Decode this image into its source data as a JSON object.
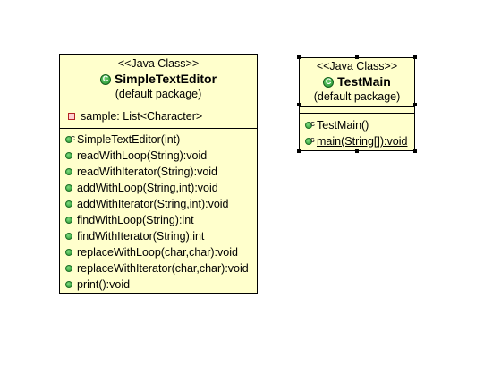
{
  "classes": [
    {
      "stereotype": "<<Java Class>>",
      "name": "SimpleTextEditor",
      "package": "(default package)",
      "attributes": [
        "sample: List<Character>"
      ],
      "methods": [
        "SimpleTextEditor(int)",
        "readWithLoop(String):void",
        "readWithIterator(String):void",
        "addWithLoop(String,int):void",
        "addWithIterator(String,int):void",
        "findWithLoop(String):int",
        "findWithIterator(String):int",
        "replaceWithLoop(char,char):void",
        "replaceWithIterator(char,char):void",
        "print():void"
      ]
    },
    {
      "stereotype": "<<Java Class>>",
      "name": "TestMain",
      "package": "(default package)",
      "methods": [
        "TestMain()",
        "main(String[]):void"
      ]
    }
  ],
  "icons": {
    "class": "class-icon",
    "public_method": "public-method-icon",
    "private_field": "private-field-icon",
    "constructor_marker": "C",
    "static_marker": "S"
  },
  "colors": {
    "class_fill": "#ffffcc",
    "border": "#000000"
  }
}
